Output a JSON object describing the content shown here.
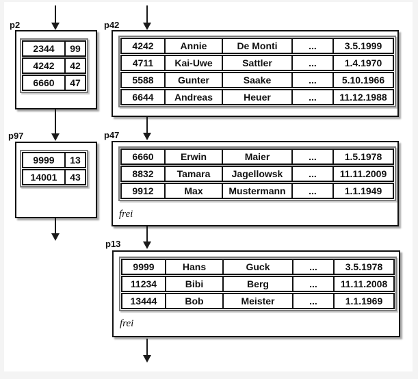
{
  "pages": {
    "p2": {
      "label": "p2",
      "rows": [
        [
          "2344",
          "99"
        ],
        [
          "4242",
          "42"
        ],
        [
          "6660",
          "47"
        ]
      ]
    },
    "p42": {
      "label": "p42",
      "rows": [
        [
          "4242",
          "Annie",
          "De Monti",
          "...",
          "3.5.1999"
        ],
        [
          "4711",
          "Kai-Uwe",
          "Sattler",
          "...",
          "1.4.1970"
        ],
        [
          "5588",
          "Gunter",
          "Saake",
          "...",
          "5.10.1966"
        ],
        [
          "6644",
          "Andreas",
          "Heuer",
          "...",
          "11.12.1988"
        ]
      ]
    },
    "p97": {
      "label": "p97",
      "rows": [
        [
          "9999",
          "13"
        ],
        [
          "14001",
          "43"
        ]
      ]
    },
    "p47": {
      "label": "p47",
      "rows": [
        [
          "6660",
          "Erwin",
          "Maier",
          "...",
          "1.5.1978"
        ],
        [
          "8832",
          "Tamara",
          "Jagellowsk",
          "...",
          "11.11.2009"
        ],
        [
          "9912",
          "Max",
          "Mustermann",
          "...",
          "1.1.1949"
        ]
      ],
      "free_label": "frei"
    },
    "p13": {
      "label": "p13",
      "rows": [
        [
          "9999",
          "Hans",
          "Guck",
          "...",
          "3.5.1978"
        ],
        [
          "11234",
          "Bibi",
          "Berg",
          "...",
          "11.11.2008"
        ],
        [
          "13444",
          "Bob",
          "Meister",
          "...",
          "1.1.1969"
        ]
      ],
      "free_label": "frei"
    }
  },
  "colors": {
    "line": "#111111",
    "table_outer_border": "#7d7d7d",
    "box_fill": "#ffffff",
    "page_margin": "#f4f4f4"
  }
}
